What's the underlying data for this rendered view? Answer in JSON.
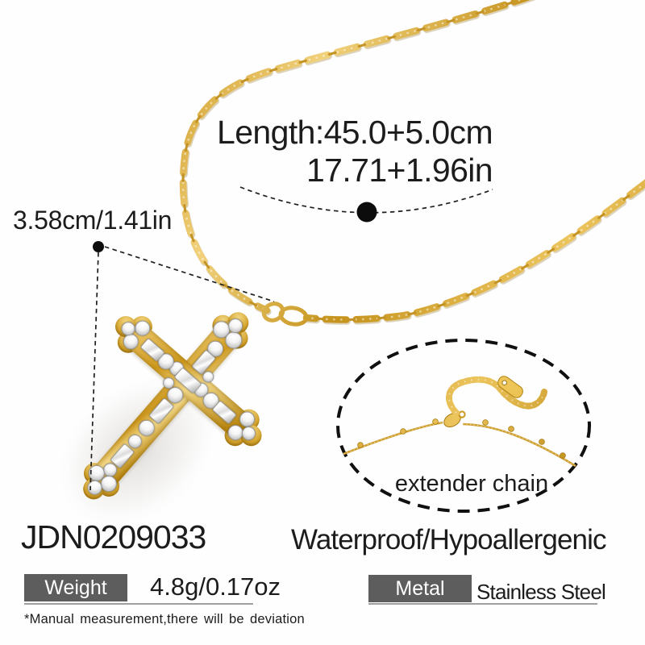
{
  "product": {
    "sku": "JDN0209033",
    "length_annotation": {
      "line1": "Length:45.0+5.0cm",
      "line2": "17.71+1.96in"
    },
    "pendant_size": "3.58cm/1.41in",
    "extender_label": "extender chain",
    "feature": "Waterproof/Hypoallergenic",
    "disclaimer": "*Manual measurement,there will be deviation",
    "specs": [
      {
        "label": "Weight",
        "value": "4.8g/0.17oz"
      },
      {
        "label": "Metal",
        "value": "Stainless Steel"
      }
    ]
  },
  "colors": {
    "gold": "#d2a02b",
    "gold_highlight": "#f3d27c",
    "gold_shadow": "#a8780f",
    "crystal": "#f2f2f2",
    "label_background": "#5d5d5d",
    "label_text": "#ffffff",
    "text": "#1c1c1c",
    "annotation": "#111111",
    "background": "#ffffff"
  }
}
